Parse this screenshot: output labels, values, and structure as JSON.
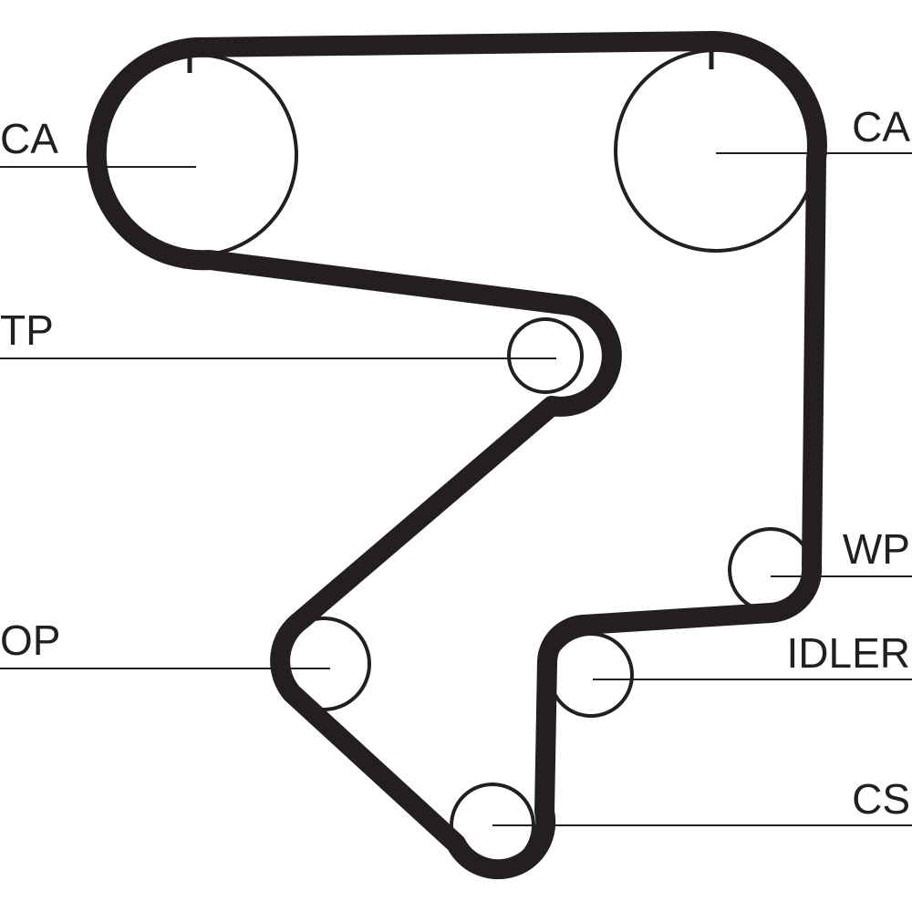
{
  "diagram": {
    "type": "timing-belt-layout",
    "colors": {
      "belt": "#231f20",
      "line": "#231f20",
      "background": "#ffffff"
    },
    "labels": {
      "camshaft_left": "CA",
      "camshaft_right": "CA",
      "tensioner": "TP",
      "oil_pump": "OP",
      "water_pump": "WP",
      "idler": "IDLER",
      "crankshaft": "CS"
    }
  }
}
